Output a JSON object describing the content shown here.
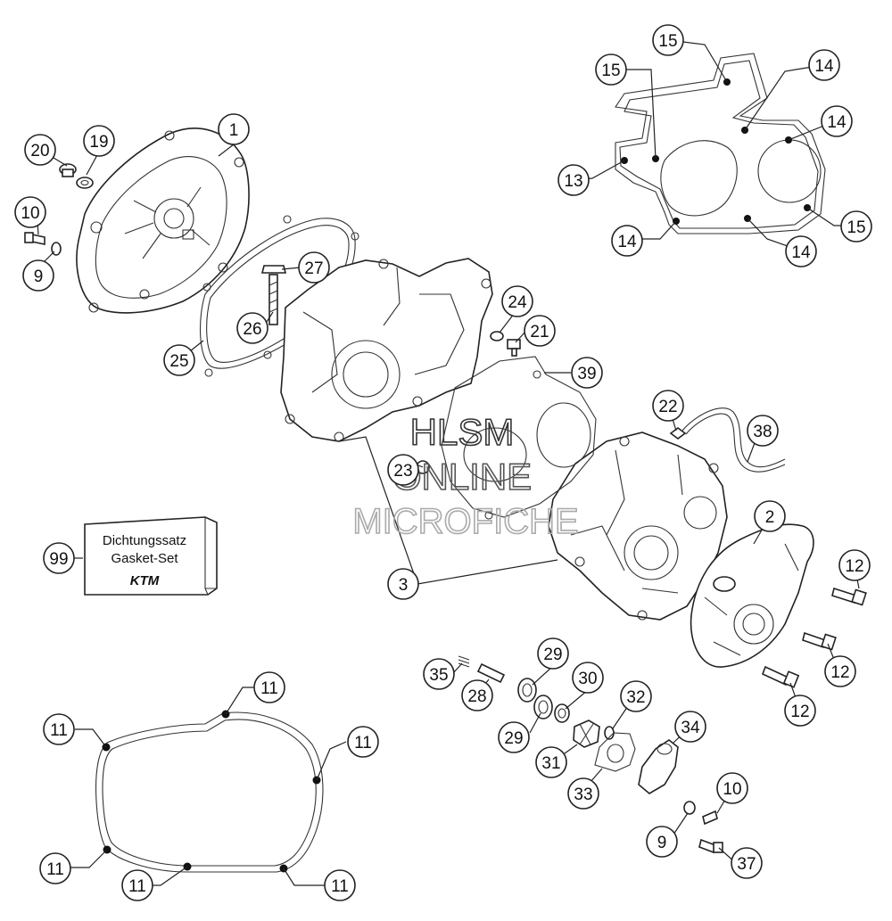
{
  "callouts": [
    {
      "id": "c1",
      "text": "1"
    },
    {
      "id": "c2",
      "text": "2"
    },
    {
      "id": "c3",
      "text": "3"
    },
    {
      "id": "c9a",
      "text": "9"
    },
    {
      "id": "c9b",
      "text": "9"
    },
    {
      "id": "c10a",
      "text": "10"
    },
    {
      "id": "c10b",
      "text": "10"
    },
    {
      "id": "c11a",
      "text": "11"
    },
    {
      "id": "c11b",
      "text": "11"
    },
    {
      "id": "c11c",
      "text": "11"
    },
    {
      "id": "c11d",
      "text": "11"
    },
    {
      "id": "c11e",
      "text": "11"
    },
    {
      "id": "c11f",
      "text": "11"
    },
    {
      "id": "c11g",
      "text": "11"
    },
    {
      "id": "c12a",
      "text": "12"
    },
    {
      "id": "c12b",
      "text": "12"
    },
    {
      "id": "c12c",
      "text": "12"
    },
    {
      "id": "c13",
      "text": "13"
    },
    {
      "id": "c14a",
      "text": "14"
    },
    {
      "id": "c14b",
      "text": "14"
    },
    {
      "id": "c14c",
      "text": "14"
    },
    {
      "id": "c14d",
      "text": "14"
    },
    {
      "id": "c15a",
      "text": "15"
    },
    {
      "id": "c15b",
      "text": "15"
    },
    {
      "id": "c15c",
      "text": "15"
    },
    {
      "id": "c19",
      "text": "19"
    },
    {
      "id": "c20",
      "text": "20"
    },
    {
      "id": "c21",
      "text": "21"
    },
    {
      "id": "c22",
      "text": "22"
    },
    {
      "id": "c23",
      "text": "23"
    },
    {
      "id": "c24",
      "text": "24"
    },
    {
      "id": "c25",
      "text": "25"
    },
    {
      "id": "c26",
      "text": "26"
    },
    {
      "id": "c27",
      "text": "27"
    },
    {
      "id": "c28",
      "text": "28"
    },
    {
      "id": "c29a",
      "text": "29"
    },
    {
      "id": "c29b",
      "text": "29"
    },
    {
      "id": "c30",
      "text": "30"
    },
    {
      "id": "c31",
      "text": "31"
    },
    {
      "id": "c32",
      "text": "32"
    },
    {
      "id": "c33",
      "text": "33"
    },
    {
      "id": "c34",
      "text": "34"
    },
    {
      "id": "c35",
      "text": "35"
    },
    {
      "id": "c37",
      "text": "37"
    },
    {
      "id": "c38",
      "text": "38"
    },
    {
      "id": "c39",
      "text": "39"
    },
    {
      "id": "c99",
      "text": "99"
    }
  ],
  "gasket_box": {
    "line1": "Dichtungssatz",
    "line2": "Gasket-Set",
    "logo": "KTM"
  },
  "watermark": {
    "line1": "HLSM",
    "line2": "ONLINE",
    "line3": "MICROFICHE"
  },
  "colors": {
    "ink": "#222222",
    "paper": "#ffffff",
    "watermark": "#9a9a9a"
  }
}
